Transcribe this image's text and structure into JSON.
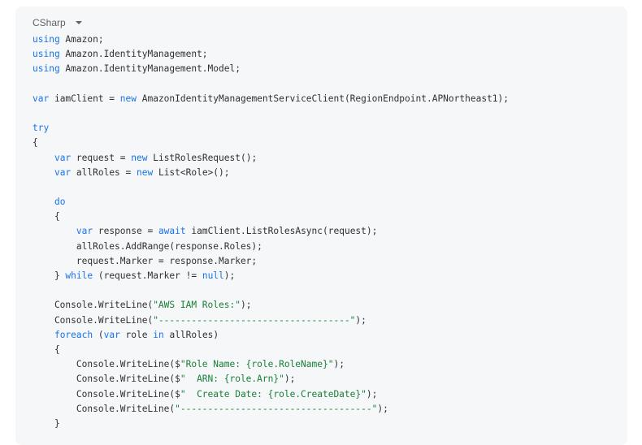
{
  "code_block": {
    "language": "CSharp",
    "lines": [
      [
        {
          "t": "using",
          "k": "kw"
        },
        {
          "t": " Amazon;"
        }
      ],
      [
        {
          "t": "using",
          "k": "kw"
        },
        {
          "t": " Amazon.IdentityManagement;"
        }
      ],
      [
        {
          "t": "using",
          "k": "kw"
        },
        {
          "t": " Amazon.IdentityManagement.Model;"
        }
      ],
      [],
      [
        {
          "t": "var",
          "k": "kw"
        },
        {
          "t": " iamClient = "
        },
        {
          "t": "new",
          "k": "kw"
        },
        {
          "t": " AmazonIdentityManagementServiceClient(RegionEndpoint.APNortheast1);"
        }
      ],
      [],
      [
        {
          "t": "try",
          "k": "kw"
        }
      ],
      [
        {
          "t": "{"
        }
      ],
      [
        {
          "t": "    "
        },
        {
          "t": "var",
          "k": "kw"
        },
        {
          "t": " request = "
        },
        {
          "t": "new",
          "k": "kw"
        },
        {
          "t": " ListRolesRequest();"
        }
      ],
      [
        {
          "t": "    "
        },
        {
          "t": "var",
          "k": "kw"
        },
        {
          "t": " allRoles = "
        },
        {
          "t": "new",
          "k": "kw"
        },
        {
          "t": " List<Role>();"
        }
      ],
      [],
      [
        {
          "t": "    "
        },
        {
          "t": "do",
          "k": "kw"
        }
      ],
      [
        {
          "t": "    {"
        }
      ],
      [
        {
          "t": "        "
        },
        {
          "t": "var",
          "k": "kw"
        },
        {
          "t": " response = "
        },
        {
          "t": "await",
          "k": "kw"
        },
        {
          "t": " iamClient.ListRolesAsync(request);"
        }
      ],
      [
        {
          "t": "        allRoles.AddRange(response.Roles);"
        }
      ],
      [
        {
          "t": "        request.Marker = response.Marker;"
        }
      ],
      [
        {
          "t": "    } "
        },
        {
          "t": "while",
          "k": "kw"
        },
        {
          "t": " (request.Marker != "
        },
        {
          "t": "null",
          "k": "kw"
        },
        {
          "t": ");"
        }
      ],
      [],
      [
        {
          "t": "    Console.WriteLine("
        },
        {
          "t": "\"AWS IAM Roles:\"",
          "k": "str"
        },
        {
          "t": ");"
        }
      ],
      [
        {
          "t": "    Console.WriteLine("
        },
        {
          "t": "\"-----------------------------------\"",
          "k": "str"
        },
        {
          "t": ");"
        }
      ],
      [
        {
          "t": "    "
        },
        {
          "t": "foreach",
          "k": "kw"
        },
        {
          "t": " ("
        },
        {
          "t": "var",
          "k": "kw"
        },
        {
          "t": " role "
        },
        {
          "t": "in",
          "k": "kw"
        },
        {
          "t": " allRoles)"
        }
      ],
      [
        {
          "t": "    {"
        }
      ],
      [
        {
          "t": "        Console.WriteLine($"
        },
        {
          "t": "\"Role Name: {role.RoleName}\"",
          "k": "str"
        },
        {
          "t": ");"
        }
      ],
      [
        {
          "t": "        Console.WriteLine($"
        },
        {
          "t": "\"  ARN: {role.Arn}\"",
          "k": "str"
        },
        {
          "t": ");"
        }
      ],
      [
        {
          "t": "        Console.WriteLine($"
        },
        {
          "t": "\"  Create Date: {role.CreateDate}\"",
          "k": "str"
        },
        {
          "t": ");"
        }
      ],
      [
        {
          "t": "        Console.WriteLine("
        },
        {
          "t": "\"-----------------------------------\"",
          "k": "str"
        },
        {
          "t": ");"
        }
      ],
      [
        {
          "t": "    }"
        }
      ]
    ]
  },
  "colors": {
    "keyword": "#1a73e8",
    "string": "#188038",
    "text": "#2e3134",
    "background": "#f6f7f8"
  },
  "icons": {
    "language_dropdown": "caret-down-icon"
  }
}
